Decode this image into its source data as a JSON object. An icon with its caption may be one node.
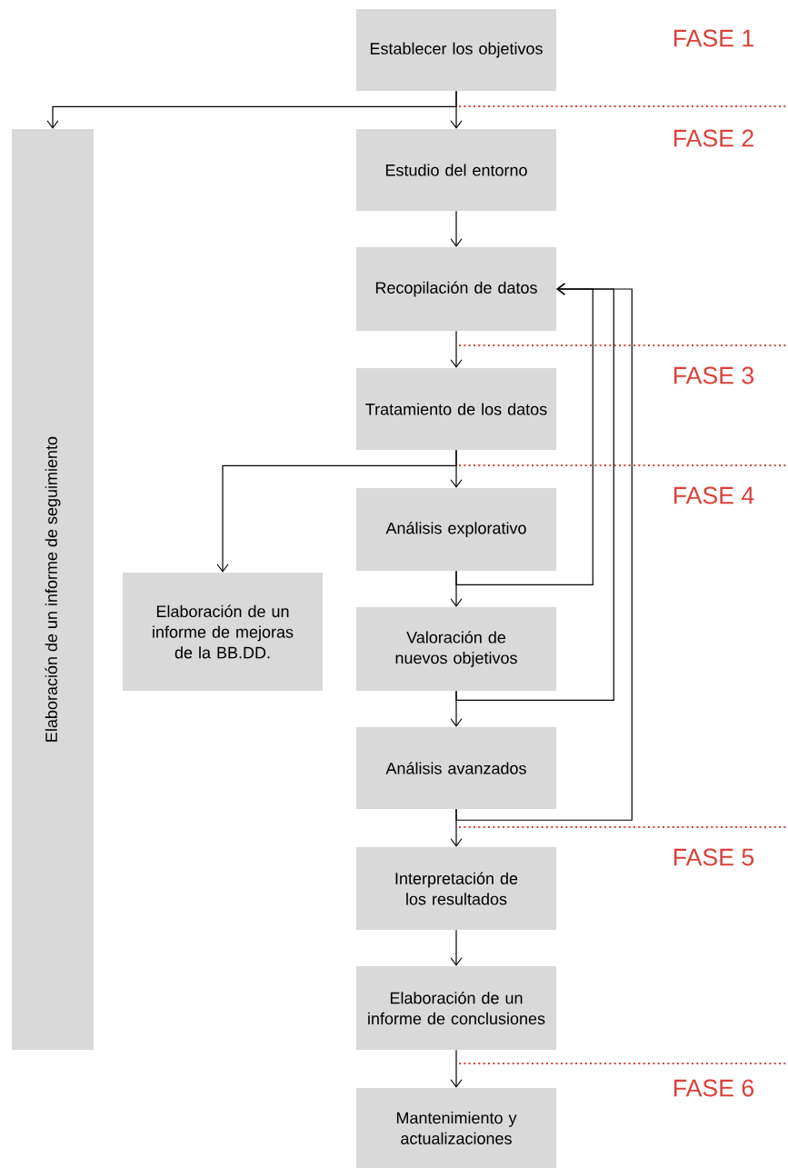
{
  "diagram": {
    "nodes": [
      {
        "text": [
          "Establecer los objetivos"
        ]
      },
      {
        "text": [
          "Elaboración de un informe de seguimiento"
        ]
      },
      {
        "text": [
          "Estudio del entorno"
        ]
      },
      {
        "text": [
          "Recopilación de datos"
        ]
      },
      {
        "text": [
          "Tratamiento de los datos"
        ]
      },
      {
        "text": [
          "Análisis explorativo"
        ]
      },
      {
        "text": [
          "Elaboración de un informe de mejoras de la BB.DD."
        ]
      },
      {
        "text": [
          "Valoración de nuevos objetivos"
        ]
      },
      {
        "text": [
          "Análisis avanzados"
        ]
      },
      {
        "text": [
          "Interpretación de los resultados"
        ]
      },
      {
        "text": [
          "Elaboración de un informe de conclusiones"
        ]
      },
      {
        "text": [
          "Mantenimiento y actualizaciones"
        ]
      }
    ],
    "edges": [
      {
        "from": 0,
        "to": 1,
        "arrow": "to"
      },
      {
        "from": 0,
        "to": 2,
        "arrow": "to"
      },
      {
        "from": 2,
        "to": 3,
        "arrow": "to"
      },
      {
        "from": 3,
        "to": 4,
        "arrow": "to"
      },
      {
        "from": 4,
        "to": 5,
        "arrow": "to"
      },
      {
        "from": 4,
        "to": 6,
        "arrow": "to"
      },
      {
        "from": 5,
        "to": 7,
        "arrow": "to"
      },
      {
        "from": 5,
        "to": 3,
        "arrow": "to"
      },
      {
        "from": 7,
        "to": 8,
        "arrow": "to"
      },
      {
        "from": 7,
        "to": 3,
        "arrow": "to"
      },
      {
        "from": 8,
        "to": 9,
        "arrow": "to"
      },
      {
        "from": 8,
        "to": 3,
        "arrow": "to"
      },
      {
        "from": 9,
        "to": 10,
        "arrow": "to"
      },
      {
        "from": 10,
        "to": 11,
        "arrow": "to"
      }
    ],
    "labels": [
      "FASE 1",
      "FASE 2",
      "FASE 3",
      "FASE 4",
      "FASE 5",
      "FASE 6"
    ]
  }
}
